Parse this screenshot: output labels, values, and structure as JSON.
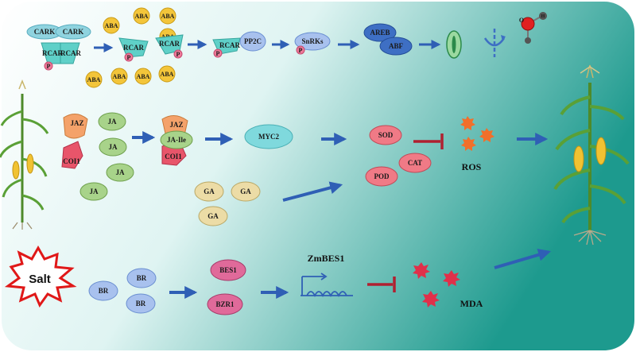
{
  "colors": {
    "bg_start": "#ffffff",
    "bg_end": "#1d9a8e",
    "arrow": "#2f5fb5",
    "aba": "#f3c53a",
    "rcar": "#5fd0c8",
    "cark": "#8fd3df",
    "phospho": "#f07a9a",
    "ja": "#a8d38a",
    "jaz": "#f4a26a",
    "coi1": "#e8556a",
    "myc2": "#7fd9dd",
    "ga": "#ecdca6",
    "antiox": "#f07a86",
    "ros": "#f26f2a",
    "mda": "#e0304a",
    "br": "#a8c1ee",
    "bes1": "#e06a9a",
    "areb": "#3e6fc4",
    "inhibit": "#b02030"
  },
  "aba_module": {
    "cark": [
      "CARK",
      "CARK"
    ],
    "rcar_complex": [
      "RCAR",
      "RCAR"
    ],
    "rcar_bound": [
      "RCAR",
      "RCAR"
    ],
    "phospho": "P",
    "aba_top": [
      "ABA",
      "ABA",
      "ABA"
    ],
    "aba_bottom": [
      "ABA",
      "ABA",
      "ABA",
      "ABA"
    ],
    "aba_left": "ABA",
    "rcar_pp2c": "RCAR",
    "pp2c": "PP2C",
    "snrks": "SnRKs",
    "areb": "AREB",
    "abf": "ABF",
    "oxygen_atom": "O",
    "hydrogen_atom": "H"
  },
  "ja_module": {
    "jaz": "JAZ",
    "coi1": "COI1",
    "ja": [
      "JA",
      "JA",
      "JA",
      "JA"
    ],
    "complex_jaz": "JAZ",
    "complex_ja_ile": "JA-Ile",
    "complex_coi1": "COI1",
    "myc2": "MYC2"
  },
  "ga_module": {
    "ga": [
      "GA",
      "GA",
      "GA"
    ]
  },
  "antioxidant": {
    "sod": "SOD",
    "cat": "CAT",
    "pod": "POD",
    "ros": "ROS"
  },
  "br_module": {
    "salt": "Salt",
    "br": [
      "BR",
      "BR",
      "BR"
    ],
    "bes1": "BES1",
    "bzr1": "BZR1",
    "zmbes1": "ZmBES1",
    "mda": "MDA"
  }
}
